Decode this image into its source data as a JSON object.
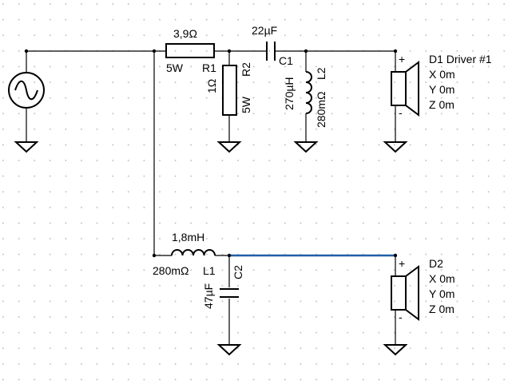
{
  "schematic": {
    "source": {
      "name": "signal-source",
      "symbol": "sine-source-icon"
    },
    "r1": {
      "value": "3,9Ω",
      "power": "5W",
      "ref": "R1"
    },
    "r2": {
      "value": "1Ω",
      "power": "5W",
      "ref": "R2"
    },
    "c1": {
      "value": "22µF",
      "ref": "C1"
    },
    "l2": {
      "value": "270µH",
      "resistance": "280mΩ",
      "ref": "L2"
    },
    "l1": {
      "value": "1,8mH",
      "resistance": "280mΩ",
      "ref": "L1"
    },
    "c2": {
      "value": "47µF",
      "ref": "C2"
    },
    "d1": {
      "title": "D1 Driver #1",
      "x": "X 0m",
      "y": "Y 0m",
      "z": "Z 0m",
      "plus": "+",
      "minus": "-"
    },
    "d2": {
      "title": "D2",
      "x": "X 0m",
      "y": "Y 0m",
      "z": "Z 0m",
      "plus": "+",
      "minus": "-"
    },
    "colors": {
      "wire": "#000000",
      "selected_wire": "#1f5fa8",
      "grid": "#b8b8b8",
      "background": "#ffffff"
    }
  }
}
